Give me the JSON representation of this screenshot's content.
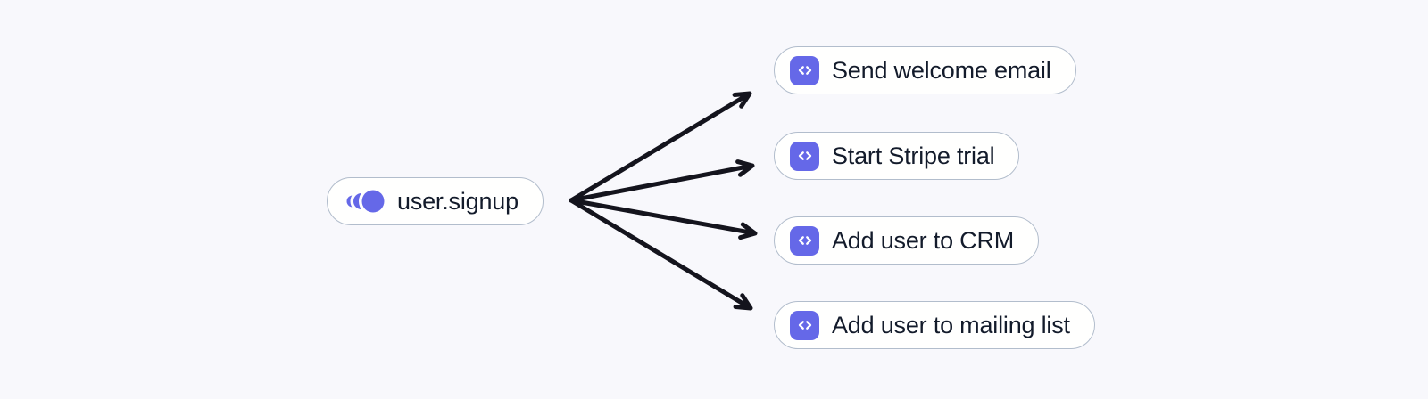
{
  "diagram": {
    "event_node": {
      "label": "user.signup",
      "icon": "event-ripple-icon"
    },
    "action_nodes": [
      {
        "label": "Send welcome email",
        "icon": "code-icon"
      },
      {
        "label": "Start Stripe trial",
        "icon": "code-icon"
      },
      {
        "label": "Add user to CRM",
        "icon": "code-icon"
      },
      {
        "label": "Add user to mailing list",
        "icon": "code-icon"
      }
    ],
    "edges": [
      {
        "from": "user.signup",
        "to": "Send welcome email"
      },
      {
        "from": "user.signup",
        "to": "Start Stripe trial"
      },
      {
        "from": "user.signup",
        "to": "Add user to CRM"
      },
      {
        "from": "user.signup",
        "to": "Add user to mailing list"
      }
    ],
    "colors": {
      "background": "#f8f8fc",
      "node_fill": "#ffffff",
      "node_border": "#b2bdcc",
      "accent_purple": "#6568e8",
      "text": "#131b2b",
      "arrow": "#14141d"
    }
  }
}
